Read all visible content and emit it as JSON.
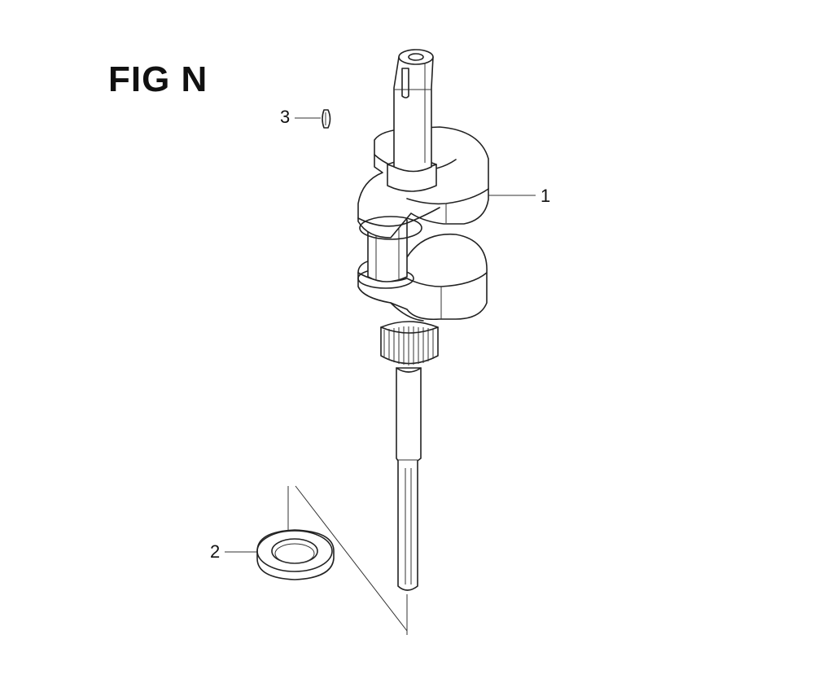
{
  "figure": {
    "title": "FIG N"
  },
  "callouts": [
    {
      "number": "1",
      "part": "crankshaft"
    },
    {
      "number": "2",
      "part": "oil-seal"
    },
    {
      "number": "3",
      "part": "woodruff-key"
    }
  ],
  "colors": {
    "line": "#222222",
    "background": "#ffffff"
  }
}
